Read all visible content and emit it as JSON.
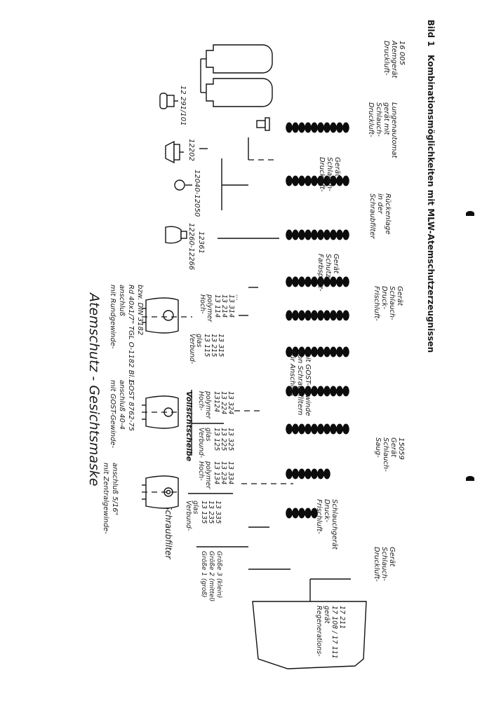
{
  "caption": {
    "label": "Bild 1",
    "text": "Kombinationsmöglichkeiten mit MLW-Atemschutzerzeugnissen"
  },
  "header": {
    "main_title": "Atemschutz - Gesichtsmaske",
    "filter_title": "Schraubfilter"
  },
  "mask_variants": [
    {
      "lines": [
        "mit Rundgewinde-",
        "anschluß",
        "Rd 40x1/7\" TGL O-1182 Bl.1",
        "bzw. DIN 3182"
      ]
    },
    {
      "lines": [
        "mit GOST-Gewinde-",
        "anschluß 40-4",
        "GOST 8762-75"
      ]
    },
    {
      "lines": [
        "mit Zentralgewinde-",
        "anschluß 5/16\""
      ]
    }
  ],
  "lens": {
    "vollsicht_title": "Vollsichtscheibe",
    "mask1": {
      "hp_head": [
        "Hoch-",
        "polymer"
      ],
      "hp_nums": [
        "13 114",
        "13 214",
        "13 314"
      ],
      "vg_head": [
        "Verbund-",
        "glas"
      ],
      "vg_nums": [
        "13 115",
        "13 215",
        "13 315"
      ]
    },
    "mask2": {
      "hp_head": [
        "Hoch-",
        "polymer"
      ],
      "hp_nums": [
        "13124",
        "13 224",
        "13 324"
      ],
      "vg_head": [
        "Verbund-",
        "glas"
      ],
      "vg_nums": [
        "13 125",
        "13 225",
        "13 325"
      ]
    },
    "mask3": {
      "hp_head": [
        "Hoch-",
        "polymer"
      ],
      "hp_nums": [
        "13 134",
        "13 234",
        "13 334"
      ],
      "vg_head": [
        "Verbund-",
        "glas"
      ],
      "vg_nums": [
        "13 135",
        "13 235",
        "13 335"
      ]
    },
    "sizes": [
      "Größe 1 (groß)",
      "Größe 2 (mittel)",
      "Größe 3 (klein)"
    ]
  },
  "filters": [
    {
      "label": "12 291/101"
    },
    {
      "label": "12202"
    },
    {
      "label": "12040-12050"
    },
    {
      "label": "12260-12266",
      "label2": "12361"
    }
  ],
  "regeneration": {
    "lines": [
      "Regenerations-",
      "gerät",
      "17 108 / 17 111",
      "17 211"
    ]
  },
  "devices": [
    {
      "lines": [
        "Druckluft-",
        "Atemgerät",
        "16 005"
      ]
    },
    {
      "lines": [
        "Druckluft-",
        "Schlauch-",
        "gerät mit",
        "Lungenautomat"
      ]
    },
    {
      "lines": [
        "Druckluft-",
        "Schlauch-",
        "Gerät"
      ]
    },
    {
      "lines": [
        "Schraubfilter",
        "in der",
        "Rückenlage"
      ]
    },
    {
      "lines": [
        "Farbspritz-",
        "Schutz-",
        "Gerät"
      ]
    },
    {
      "lines": [
        "Frischluft-",
        "Druck-",
        "Schlauch-",
        "Gerät"
      ]
    },
    {
      "lines": [
        "Für Anschluß",
        "von Schraubfiltern",
        "mit GOST-Gewinde"
      ]
    },
    {
      "lines": [
        "Saug-",
        "Schlauch-",
        "Gerät",
        "15059"
      ]
    },
    {
      "lines": [
        "Frischluft-",
        "Druck-",
        "Schlauchgerät"
      ]
    },
    {
      "lines": [
        "Druckluft-",
        "Schlauch-",
        "Gerät"
      ]
    }
  ]
}
